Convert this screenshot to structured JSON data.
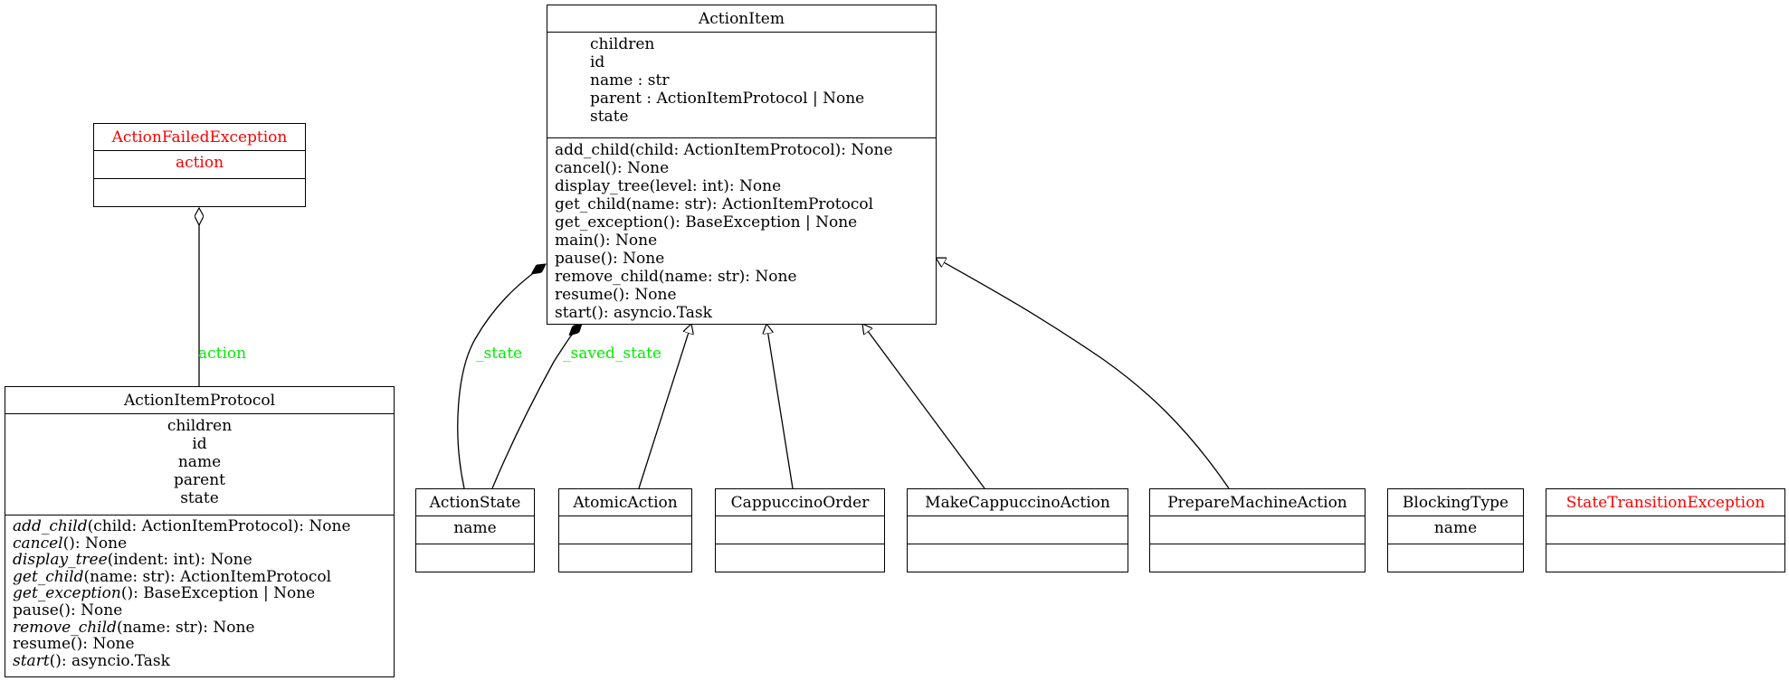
{
  "colors": {
    "exception": "#ff0000",
    "edge_label": "#00ee00",
    "line": "#000000"
  },
  "classes": {
    "action_failed_exception": {
      "name": "ActionFailedException",
      "attributes": [
        "action"
      ],
      "methods": []
    },
    "action_item": {
      "name": "ActionItem",
      "attributes": [
        "children",
        "id",
        "name : str",
        "parent : ActionItemProtocol | None",
        "state"
      ],
      "methods": [
        "add_child(child: ActionItemProtocol): None",
        "cancel(): None",
        "display_tree(level: int): None",
        "get_child(name: str): ActionItemProtocol",
        "get_exception(): BaseException | None",
        "main(): None",
        "pause(): None",
        "remove_child(name: str): None",
        "resume(): None",
        "start(): asyncio.Task"
      ]
    },
    "action_item_protocol": {
      "name": "ActionItemProtocol",
      "attributes": [
        "children",
        "id",
        "name",
        "parent",
        "state"
      ],
      "methods": [
        {
          "name": "add_child",
          "sig": "(child: ActionItemProtocol): None"
        },
        {
          "name": "cancel",
          "sig": "(): None"
        },
        {
          "name": "display_tree",
          "sig": "(indent: int): None"
        },
        {
          "name": "get_child",
          "sig": "(name: str): ActionItemProtocol"
        },
        {
          "name": "get_exception",
          "sig": "(): BaseException | None"
        },
        {
          "name": "pause",
          "sig": "(): None"
        },
        {
          "name": "remove_child",
          "sig": "(name: str): None"
        },
        {
          "name": "resume",
          "sig": "(): None"
        },
        {
          "name": "start",
          "sig": "(): asyncio.Task"
        }
      ]
    },
    "action_state": {
      "name": "ActionState",
      "attributes": [
        "name"
      ]
    },
    "atomic_action": {
      "name": "AtomicAction"
    },
    "cappuccino_order": {
      "name": "CappuccinoOrder"
    },
    "make_cappuccino_action": {
      "name": "MakeCappuccinoAction"
    },
    "prepare_machine_action": {
      "name": "PrepareMachineAction"
    },
    "blocking_type": {
      "name": "BlockingType",
      "attributes": [
        "name"
      ]
    },
    "state_transition_exception": {
      "name": "StateTransitionException"
    }
  },
  "edge_labels": {
    "action": "action",
    "state": "_state",
    "saved_state": "_saved_state"
  }
}
